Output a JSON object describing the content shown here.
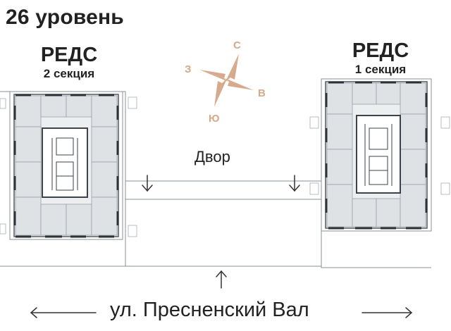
{
  "level_title": "26 уровень",
  "building_left": {
    "name": "РЕДС",
    "section": "2 секция"
  },
  "building_right": {
    "name": "РЕДС",
    "section": "1 секция"
  },
  "compass": {
    "north": "С",
    "east": "В",
    "south": "Ю",
    "west": "З",
    "color": "#d6a98a"
  },
  "courtyard_label": "Двор",
  "street_label": "ул. Пресненский Вал",
  "colors": {
    "outline": "#8a9096",
    "wall": "#444a52",
    "room": "#e6e8ea",
    "core": "#ffffff"
  }
}
